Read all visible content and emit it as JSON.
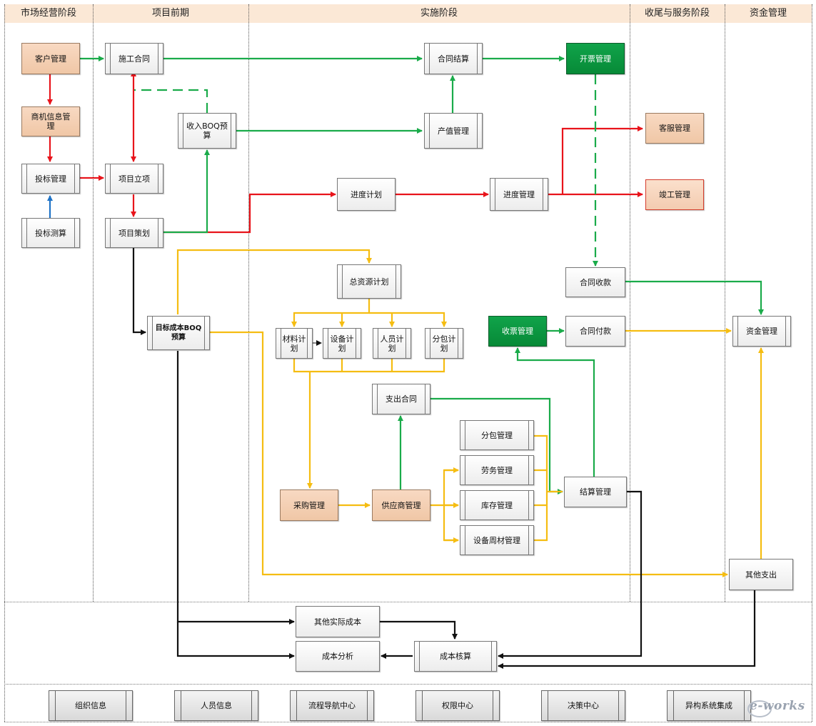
{
  "phases": [
    {
      "id": "market",
      "label": "市场经营阶段"
    },
    {
      "id": "pre",
      "label": "项目前期"
    },
    {
      "id": "impl",
      "label": "实施阶段"
    },
    {
      "id": "close",
      "label": "收尾与服务阶段"
    },
    {
      "id": "fund",
      "label": "资金管理"
    }
  ],
  "colors": {
    "flow_red": "#e8141b",
    "flow_green": "#1aab4a",
    "flow_yellow": "#f5bd12",
    "flow_blue": "#1f73c6",
    "flow_black": "#111111",
    "header_bg": "#fbe8d6",
    "node_orange": "#f3cbb0",
    "node_green": "#0a9640"
  },
  "nodes": {
    "customer": "客户管理",
    "opportunity": "商机信息管理",
    "bid": "投标管理",
    "bid_estimate": "投标测算",
    "contract": "施工合同",
    "income_boq": "收入BOQ预算",
    "project_setup": "项目立项",
    "project_plan": "项目策划",
    "target_cost": "目标成本BOQ预算",
    "settlement": "合同结算",
    "output_value": "产值管理",
    "progress_plan": "进度计划",
    "total_resource": "总资源计划",
    "material_plan": "材料计划",
    "equipment_plan": "设备计划",
    "staff_plan": "人员计划",
    "sub_plan": "分包计划",
    "expense_contract": "支出合同",
    "purchase": "采购管理",
    "supplier": "供应商管理",
    "subcontract": "分包管理",
    "labor": "劳务管理",
    "inventory": "库存管理",
    "equipment_mgmt": "设备周材管理",
    "invoice": "开票管理",
    "progress_mgmt": "进度管理",
    "contract_receipt": "合同收款",
    "receipt_ticket": "收票管理",
    "contract_payment": "合同付款",
    "acct_settlement": "结算管理",
    "customer_service": "客服管理",
    "completion": "竣工管理",
    "fund_mgmt": "资金管理",
    "other_expense": "其他支出",
    "other_cost": "其他实际成本",
    "cost_analysis": "成本分析",
    "cost_accounting": "成本核算"
  },
  "footer": [
    "组织信息",
    "人员信息",
    "流程导航中心",
    "权限中心",
    "决策中心",
    "异构系统集成"
  ],
  "logo_text": "e-works"
}
